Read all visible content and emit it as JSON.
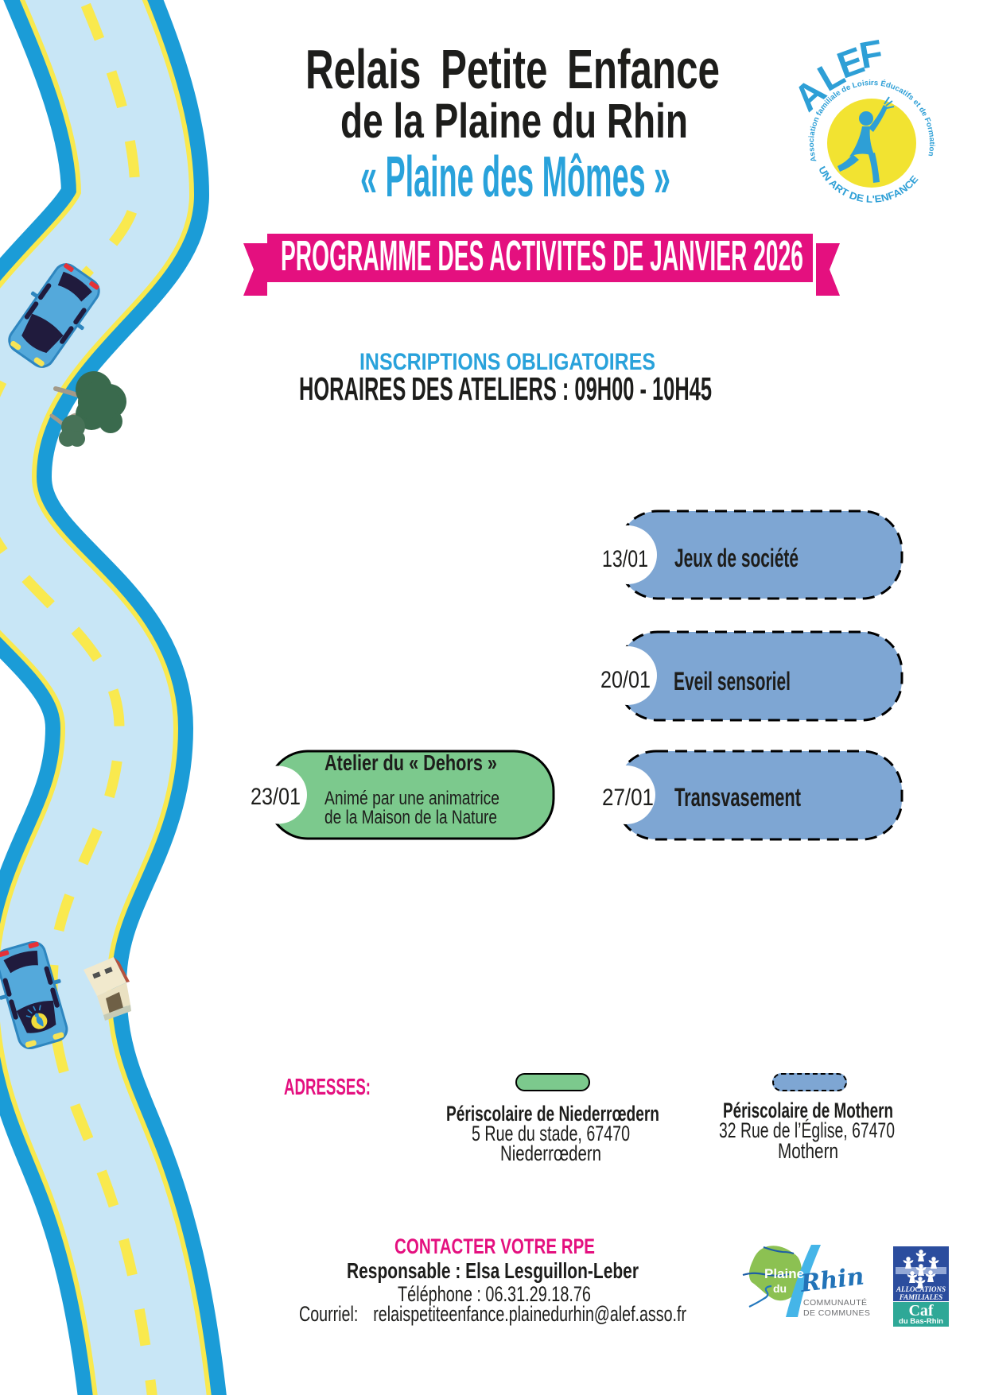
{
  "header": {
    "title_line1": "Relais Petite Enfance",
    "title_line2": "de la Plaine du Rhin",
    "title_line3": "« Plaine des Mômes »"
  },
  "banner": {
    "text": "PROGRAMME DES ACTIVITES DE JANVIER 2026"
  },
  "notes": {
    "line1": "INSCRIPTIONS OBLIGATOIRES",
    "line2": "HORAIRES DES ATELIERS : 09H00 - 10H45"
  },
  "activities": [
    {
      "date": "13/01",
      "title": "Jeux de société",
      "location": "Périscolaire de Mothern"
    },
    {
      "date": "20/01",
      "title": "Eveil sensoriel",
      "location": "Périscolaire de Mothern"
    },
    {
      "date": "23/01",
      "title": "Atelier du « Dehors »",
      "detail_line1": "Animé par une animatrice",
      "detail_line2": "de la Maison de la Nature",
      "location": "Périscolaire de Niederrœdern"
    },
    {
      "date": "27/01",
      "title": "Transvasement",
      "location": "Périscolaire de Mothern"
    }
  ],
  "addresses": {
    "label": "ADRESSES:",
    "niederroedern": {
      "name": "Périscolaire de Niederrœdern",
      "line1": "5 Rue du stade, 67470",
      "line2": "Niederrœdern"
    },
    "mothern": {
      "name": "Périscolaire de Mothern",
      "line1": "32 Rue de l’Église,  67470",
      "line2": "Mothern"
    }
  },
  "contact": {
    "heading": "CONTACTER VOTRE RPE",
    "responsable": "Responsable : Elsa Lesguillon-Leber",
    "phone": "Téléphone : 06.31.29.18.76",
    "email_label": "Courriel:",
    "email": "relaispetiteenfance.plainedurhin@alef.asso.fr"
  },
  "alef_logo": {
    "name": "ALEF",
    "letters": [
      "A",
      "L",
      "E",
      "F"
    ],
    "arc_text": "Association familiale de Loisirs Éducatifs et de Formation",
    "bottom_text": "UN ART DE L'ENFANCE"
  },
  "cdc_logo": {
    "word1": "Plaine",
    "word2": "du",
    "word3": "Rhin",
    "sub1": "COMMUNAUTÉ",
    "sub2": "DE COMMUNES"
  },
  "caf_logo": {
    "top1": "ALLOCATIONS",
    "top2": "FAMILIALES",
    "name": "Caf",
    "sub": "du Bas-Rhin"
  },
  "colors": {
    "accent_pink": "#E4107F",
    "accent_blue": "#29A2DB",
    "pill_blue": "#7EA6D3",
    "pill_green": "#7CC98D",
    "road_blue": "#1B9CD7",
    "road_surface": "#C8E6F6",
    "road_yellow": "#F9E94E"
  }
}
